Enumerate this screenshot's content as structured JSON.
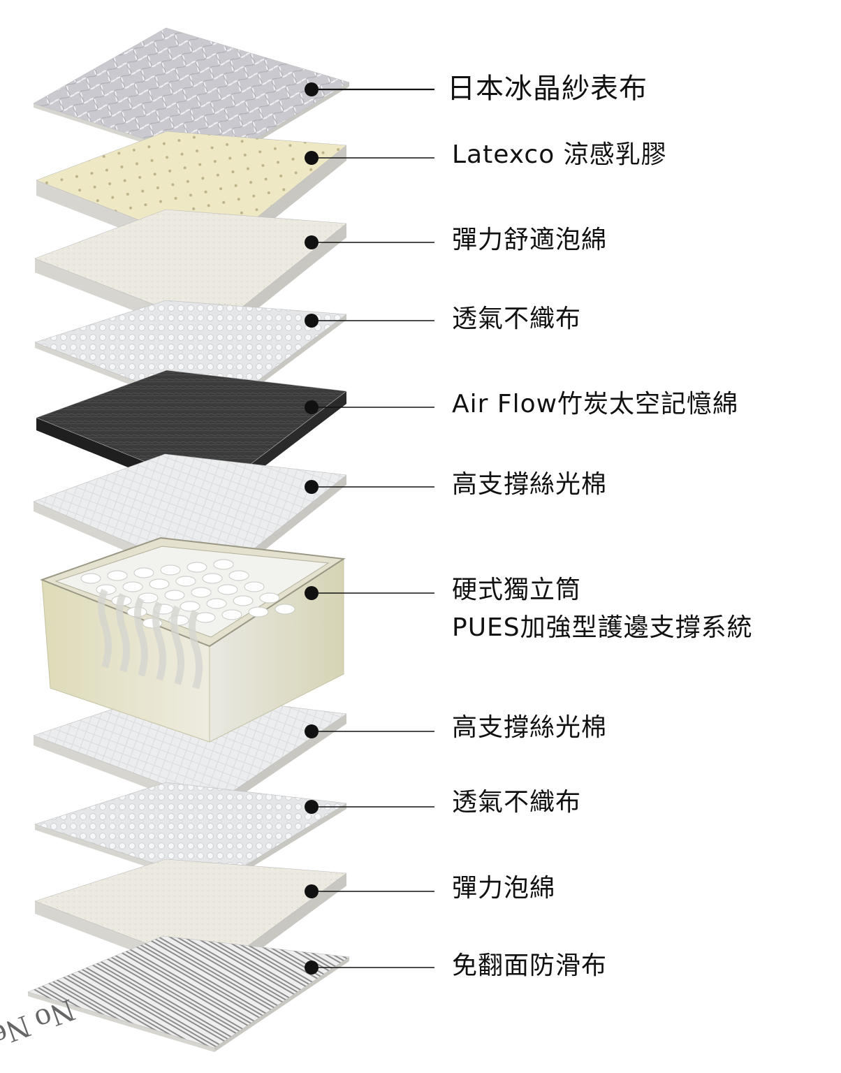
{
  "layers": [
    {
      "id": "l1",
      "label": "日本冰晶紗表布",
      "texture": "quilt",
      "color": "#c9c9cf"
    },
    {
      "id": "l2",
      "label": "Latexco 涼感乳膠",
      "texture": "holes",
      "color": "#efe8c4"
    },
    {
      "id": "l3",
      "label": "彈力舒適泡綿",
      "texture": "foam",
      "color": "#ece9e0"
    },
    {
      "id": "l4",
      "label": "透氣不織布",
      "texture": "bubble",
      "color": "#e6e8e9"
    },
    {
      "id": "l5",
      "label": "Air Flow竹炭太空記憶綿",
      "texture": "charcoal",
      "color": "#3b3b3b"
    },
    {
      "id": "l6",
      "label": "高支撐絲光棉",
      "texture": "knit",
      "color": "#ecedee"
    },
    {
      "id": "l7",
      "label": "硬式獨立筒",
      "label2": "PUES加強型護邊支撐系統",
      "texture": "springs",
      "color": "#e7e4c7"
    },
    {
      "id": "l8",
      "label": "高支撐絲光棉",
      "texture": "knit",
      "color": "#ecedee"
    },
    {
      "id": "l9",
      "label": "透氣不織布",
      "texture": "bubble",
      "color": "#e6e8e9"
    },
    {
      "id": "l10",
      "label": "彈力泡綿",
      "texture": "foam",
      "color": "#ede9df"
    },
    {
      "id": "l11",
      "label": "免翻面防滑布",
      "texture": "print",
      "color": "#d9d9d9",
      "print_text": "No Need"
    }
  ]
}
